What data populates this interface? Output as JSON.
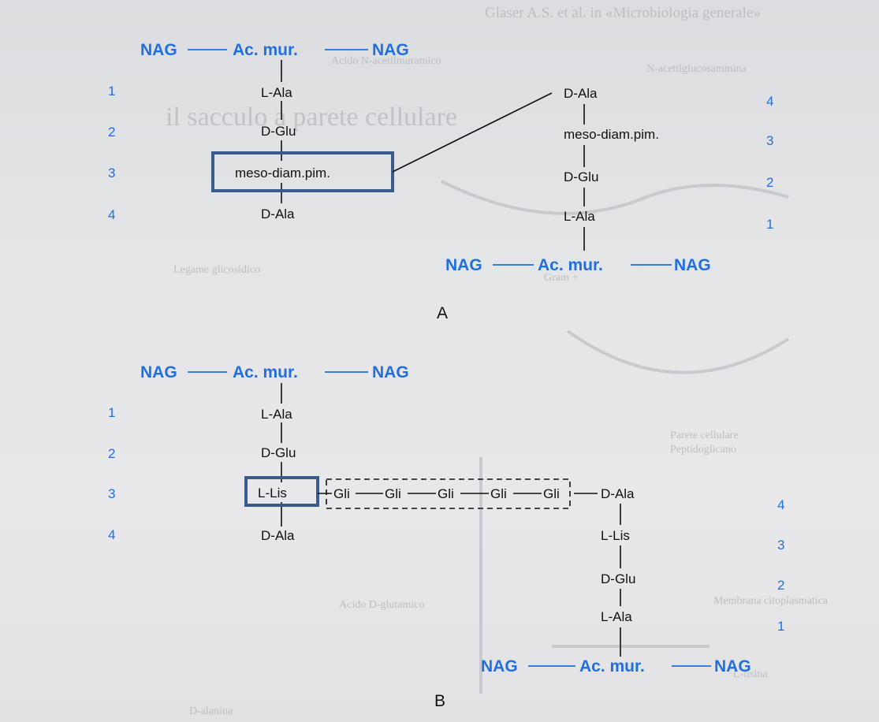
{
  "structure_A": {
    "top_chain": {
      "left": "NAG",
      "middle": "Ac. mur.",
      "right": "NAG"
    },
    "left_stem": [
      "L-Ala",
      "D-Glu",
      "meso-diam.pim.",
      "D-Ala"
    ],
    "left_numbers": [
      "1",
      "2",
      "3",
      "4"
    ],
    "right_stem": [
      "D-Ala",
      "meso-diam.pim.",
      "D-Glu",
      "L-Ala"
    ],
    "right_numbers": [
      "4",
      "3",
      "2",
      "1"
    ],
    "bottom_chain": {
      "left": "NAG",
      "middle": "Ac. mur.",
      "right": "NAG"
    },
    "label": "A"
  },
  "structure_B": {
    "top_chain": {
      "left": "NAG",
      "middle": "Ac. mur.",
      "right": "NAG"
    },
    "left_stem": [
      "L-Ala",
      "D-Glu",
      "L-Lis",
      "D-Ala"
    ],
    "left_numbers": [
      "1",
      "2",
      "3",
      "4"
    ],
    "bridge": [
      "Gli",
      "Gli",
      "Gli",
      "Gli",
      "Gli"
    ],
    "bridge_end": "D-Ala",
    "right_stem": [
      "L-Lis",
      "D-Glu",
      "L-Ala"
    ],
    "right_numbers": [
      "4",
      "3",
      "2",
      "1"
    ],
    "bottom_chain": {
      "left": "NAG",
      "middle": "Ac. mur.",
      "right": "NAG"
    },
    "label": "B"
  },
  "colors": {
    "accent": "#1f6fe0",
    "highlight_box": "#3a5a8c",
    "text": "#111111"
  },
  "background_text": [
    "il sacculo a parete cellulare",
    "Glaser A.S. et al. in «Microbiologia generale»",
    "N-acetilglucosammina",
    "Acido N-acetilmuramico",
    "Legame glicosidico",
    "Parete cellulare",
    "Peptidoglicano",
    "Membrana citoplasmatica",
    "Gram +",
    "D-alanina",
    "L-lisina",
    "Acido D-glutamico"
  ]
}
